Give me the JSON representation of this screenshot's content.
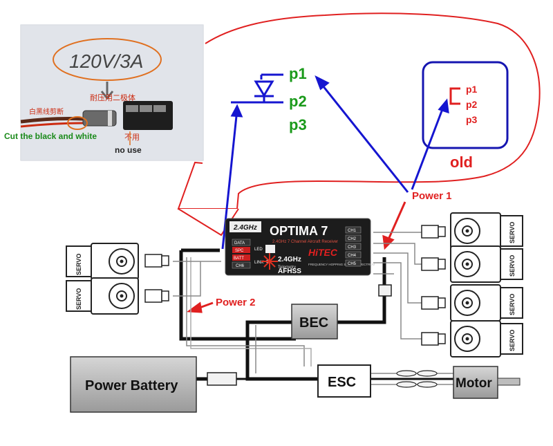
{
  "photo": {
    "rating_note": "120V/3A",
    "chinese_note_top": "耐压用二极体",
    "chinese_note_left": "白黑线剪断",
    "chinese_note_bottom": "不用",
    "caption_cut": "Cut the black and white",
    "caption_no_use": "no use"
  },
  "pins": {
    "p1": "p1",
    "p2": "p2",
    "p3": "p3"
  },
  "old_box": {
    "p1": "p1",
    "p2": "p2",
    "p3": "p3",
    "label": "old"
  },
  "annotations": {
    "power1": "Power 1",
    "power2": "Power 2"
  },
  "receiver": {
    "badge": "2.4GHz",
    "brand": "OPTIMA 7",
    "subtitle": "2.4GHz 7 Channel Aircraft Receiver",
    "maker": "HiTEC",
    "band": "2.4GHz",
    "telemetry": "Telemetry",
    "afhss": "AFHSS",
    "spread": "FREQUENCY HOPPING SPREAD SPECTRUM",
    "led": "LED",
    "link": "LINK",
    "left_labels": [
      "DATA",
      "SPC",
      "BATT",
      "CH6"
    ],
    "channels": [
      "CH1",
      "CH2",
      "CH3",
      "CH4",
      "CH5"
    ]
  },
  "servo_label": "SERVO",
  "components": {
    "bec": "BEC",
    "esc": "ESC",
    "battery": "Power Battery",
    "motor": "Motor"
  },
  "colors": {
    "blue_arrow": "#1515d0",
    "red_arrow": "#e02020",
    "pin_green": "#1a9a1a",
    "old_box": "#1515b0"
  }
}
